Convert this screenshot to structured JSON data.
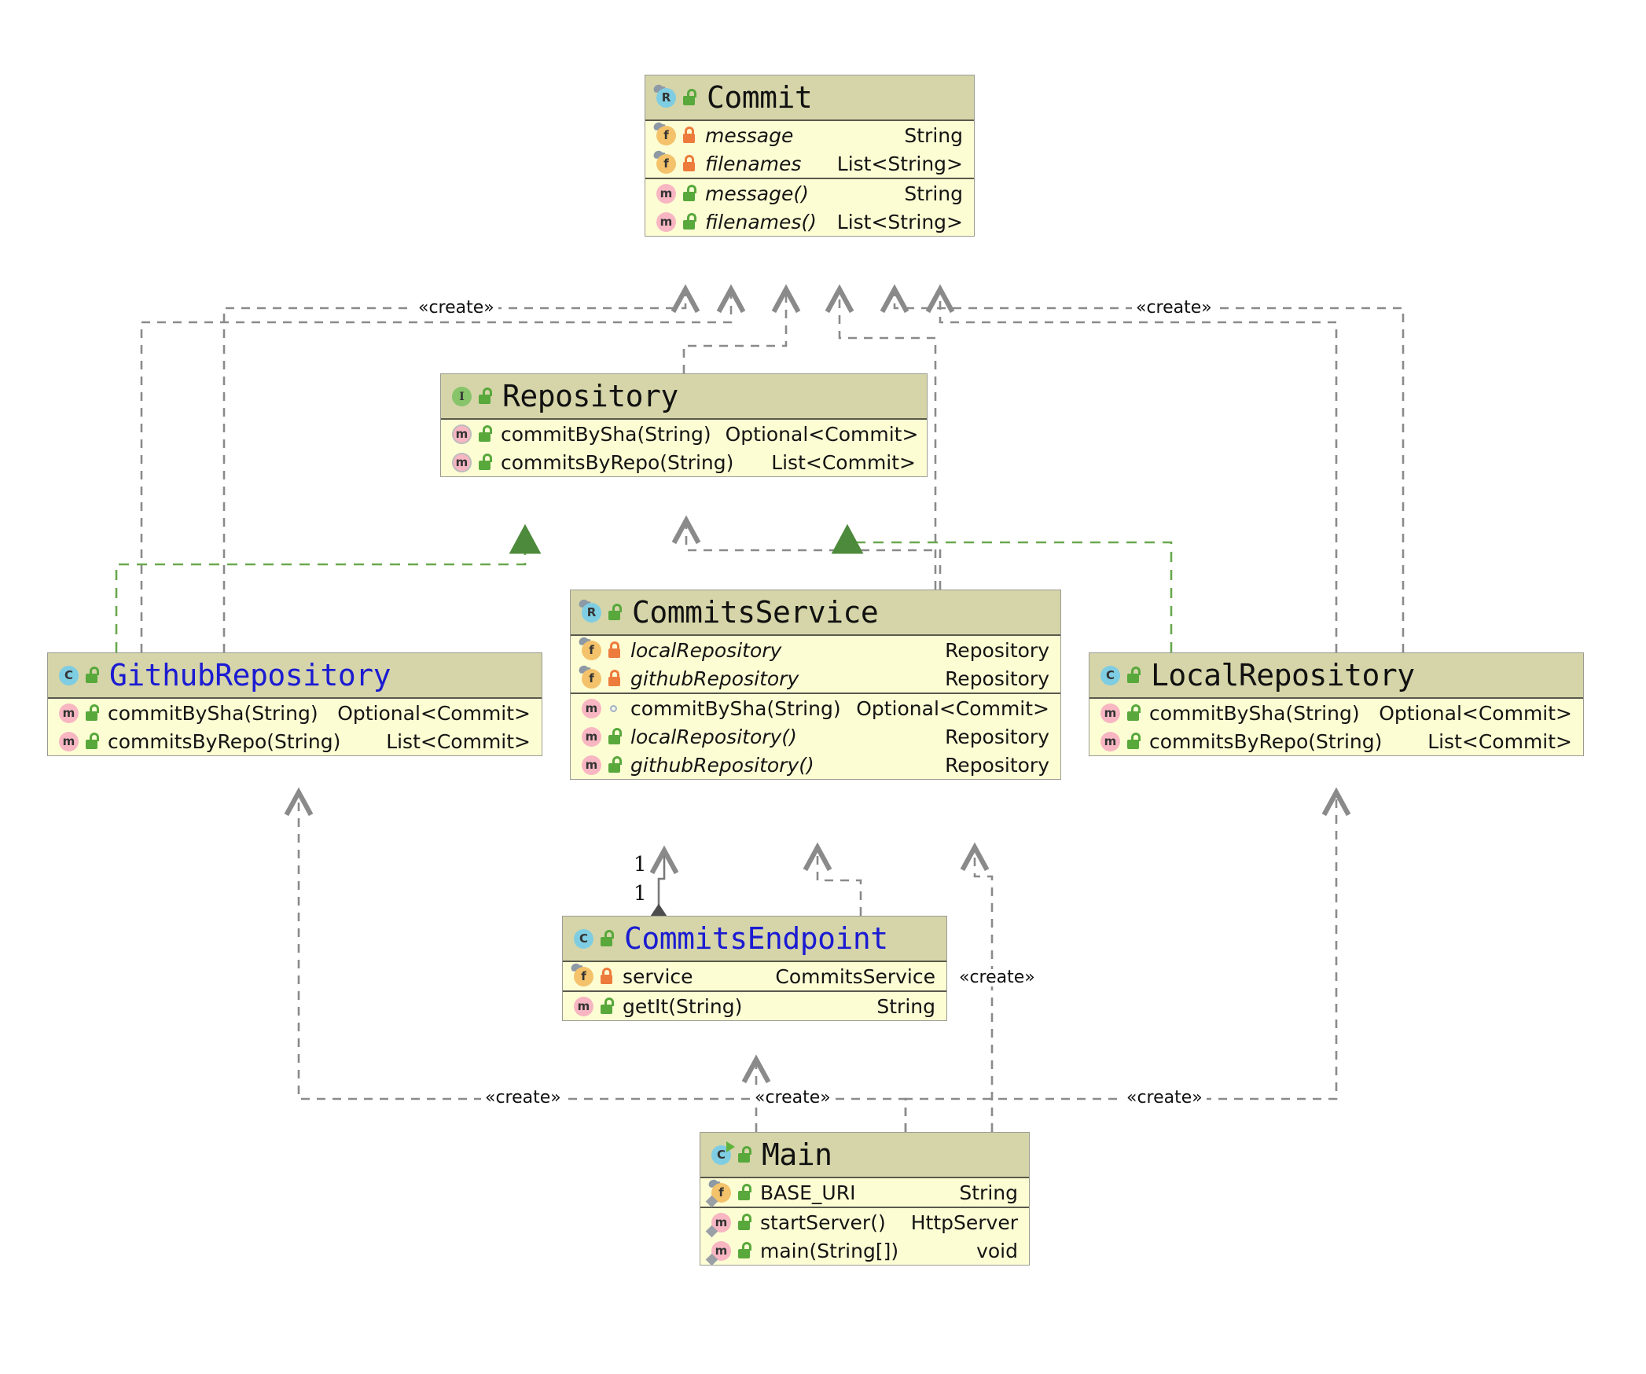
{
  "diagram": {
    "kind": "uml-class-diagram",
    "colors": {
      "header_fill": "#d5d5a9",
      "body_fill": "#fdfdd4",
      "border": "#9b9b94",
      "title_blue": "#1b1bd2",
      "dependency_line": "#8a8a8a",
      "realization_line": "#6aa84f",
      "lock_public": "#58a83c",
      "lock_private": "#ec7b3c"
    }
  },
  "classes": {
    "commit": {
      "name": "Commit",
      "kind_icon": "record-icon",
      "kind_letter": "R",
      "visibility_icon": "unlocked-green-icon",
      "title_color": "black",
      "fields": [
        {
          "icon": "field-icon",
          "letter": "f",
          "vis": "locked-orange-icon",
          "name": "message",
          "type": "String",
          "italic": true
        },
        {
          "icon": "field-icon",
          "letter": "f",
          "vis": "locked-orange-icon",
          "name": "filenames",
          "type": "List<String>",
          "italic": true
        }
      ],
      "methods": [
        {
          "icon": "method-icon",
          "letter": "m",
          "vis": "unlocked-green-icon",
          "name": "message()",
          "type": "String",
          "italic": true
        },
        {
          "icon": "method-icon",
          "letter": "m",
          "vis": "unlocked-green-icon",
          "name": "filenames()",
          "type": "List<String>",
          "italic": true
        }
      ]
    },
    "repository": {
      "name": "Repository",
      "kind_icon": "interface-icon",
      "kind_letter": "I",
      "visibility_icon": "unlocked-green-icon",
      "title_color": "black",
      "fields": [],
      "methods": [
        {
          "icon": "abstract-method-icon",
          "letter": "m",
          "vis": "unlocked-green-icon",
          "name": "commitBySha(String)",
          "type": "Optional<Commit>",
          "italic": false
        },
        {
          "icon": "abstract-method-icon",
          "letter": "m",
          "vis": "unlocked-green-icon",
          "name": "commitsByRepo(String)",
          "type": "List<Commit>",
          "italic": false
        }
      ]
    },
    "commits_service": {
      "name": "CommitsService",
      "kind_icon": "record-icon",
      "kind_letter": "R",
      "visibility_icon": "unlocked-green-icon",
      "title_color": "black",
      "fields": [
        {
          "icon": "field-icon",
          "letter": "f",
          "vis": "locked-orange-icon",
          "name": "localRepository",
          "type": "Repository",
          "italic": true
        },
        {
          "icon": "field-icon",
          "letter": "f",
          "vis": "locked-orange-icon",
          "name": "githubRepository",
          "type": "Repository",
          "italic": true
        }
      ],
      "methods": [
        {
          "icon": "method-icon",
          "letter": "m",
          "vis": "package-private-icon",
          "name": "commitBySha(String)",
          "type": "Optional<Commit>",
          "italic": false
        },
        {
          "icon": "method-icon",
          "letter": "m",
          "vis": "unlocked-green-icon",
          "name": "localRepository()",
          "type": "Repository",
          "italic": true
        },
        {
          "icon": "method-icon",
          "letter": "m",
          "vis": "unlocked-green-icon",
          "name": "githubRepository()",
          "type": "Repository",
          "italic": true
        }
      ]
    },
    "github_repository": {
      "name": "GithubRepository",
      "kind_icon": "class-icon",
      "kind_letter": "C",
      "visibility_icon": "unlocked-green-icon",
      "title_color": "blue",
      "fields": [],
      "methods": [
        {
          "icon": "method-icon",
          "letter": "m",
          "vis": "unlocked-green-icon",
          "name": "commitBySha(String)",
          "type": "Optional<Commit>",
          "italic": false
        },
        {
          "icon": "method-icon",
          "letter": "m",
          "vis": "unlocked-green-icon",
          "name": "commitsByRepo(String)",
          "type": "List<Commit>",
          "italic": false
        }
      ]
    },
    "local_repository": {
      "name": "LocalRepository",
      "kind_icon": "class-icon",
      "kind_letter": "C",
      "visibility_icon": "unlocked-green-icon",
      "title_color": "black",
      "fields": [],
      "methods": [
        {
          "icon": "method-icon",
          "letter": "m",
          "vis": "unlocked-green-icon",
          "name": "commitBySha(String)",
          "type": "Optional<Commit>",
          "italic": false
        },
        {
          "icon": "method-icon",
          "letter": "m",
          "vis": "unlocked-green-icon",
          "name": "commitsByRepo(String)",
          "type": "List<Commit>",
          "italic": false
        }
      ]
    },
    "commits_endpoint": {
      "name": "CommitsEndpoint",
      "kind_icon": "class-icon",
      "kind_letter": "C",
      "visibility_icon": "unlocked-green-icon",
      "title_color": "blue",
      "fields": [
        {
          "icon": "field-icon",
          "letter": "f",
          "vis": "locked-orange-icon",
          "name": "service",
          "type": "CommitsService",
          "italic": false
        }
      ],
      "methods": [
        {
          "icon": "method-icon",
          "letter": "m",
          "vis": "unlocked-green-icon",
          "name": "getIt(String)",
          "type": "String",
          "italic": false
        }
      ]
    },
    "main": {
      "name": "Main",
      "kind_icon": "runnable-class-icon",
      "kind_letter": "C",
      "visibility_icon": "unlocked-green-icon",
      "title_color": "black",
      "fields": [
        {
          "icon": "static-field-icon",
          "letter": "f",
          "vis": "unlocked-green-icon",
          "name": "BASE_URI",
          "type": "String",
          "italic": false
        }
      ],
      "methods": [
        {
          "icon": "static-method-icon",
          "letter": "m",
          "vis": "unlocked-green-icon",
          "name": "startServer()",
          "type": "HttpServer",
          "italic": false
        },
        {
          "icon": "static-method-icon",
          "letter": "m",
          "vis": "unlocked-green-icon",
          "name": "main(String[])",
          "type": "void",
          "italic": false
        }
      ]
    }
  },
  "edge_labels": {
    "create": "«create»",
    "one": "1"
  },
  "relationships": [
    {
      "from": "GithubRepository",
      "to": "Commit",
      "type": "dependency",
      "label": "«create»"
    },
    {
      "from": "LocalRepository",
      "to": "Commit",
      "type": "dependency",
      "label": "«create»"
    },
    {
      "from": "Repository",
      "to": "Commit",
      "type": "dependency",
      "label": ""
    },
    {
      "from": "CommitsService",
      "to": "Commit",
      "type": "dependency",
      "label": ""
    },
    {
      "from": "GithubRepository",
      "to": "Repository",
      "type": "realization",
      "label": ""
    },
    {
      "from": "LocalRepository",
      "to": "Repository",
      "type": "realization",
      "label": ""
    },
    {
      "from": "CommitsService",
      "to": "Repository",
      "type": "dependency",
      "label": ""
    },
    {
      "from": "CommitsEndpoint",
      "to": "CommitsService",
      "type": "composition",
      "label": "",
      "from_mult": "1",
      "to_mult": "1"
    },
    {
      "from": "Main",
      "to": "CommitsEndpoint",
      "type": "dependency",
      "label": "«create»"
    },
    {
      "from": "Main",
      "to": "GithubRepository",
      "type": "dependency",
      "label": "«create»"
    },
    {
      "from": "Main",
      "to": "LocalRepository",
      "type": "dependency",
      "label": "«create»"
    },
    {
      "from": "Main",
      "to": "CommitsService",
      "type": "dependency",
      "label": "«create»"
    }
  ]
}
